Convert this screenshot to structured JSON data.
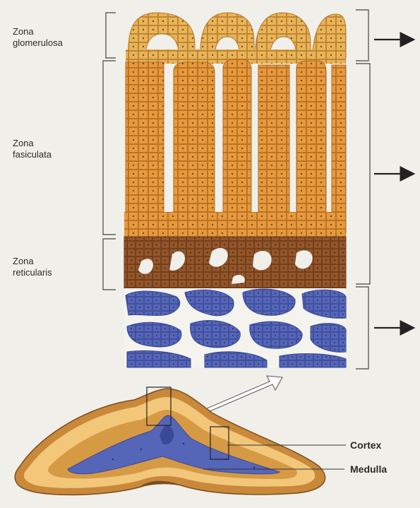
{
  "labels": {
    "zona_glomerulosa_line1": "Zona",
    "zona_glomerulosa_line2": "glomerulosa",
    "zona_fasiculata_line1": "Zona",
    "zona_fasiculata_line2": "fasiculata",
    "zona_reticularis_line1": "Zona",
    "zona_reticularis_line2": "reticularis",
    "cortex": "Cortex",
    "medulla": "Medulla"
  },
  "colors": {
    "glomerulosa": "#e8b457",
    "fasiculata": "#e69a3d",
    "reticularis": "#93552a",
    "medulla": "#5566b8",
    "medulla_dark": "#3b4a96",
    "background": "#f1efea",
    "capsule_outer": "#c9883a",
    "capsule_inner": "#f2c77a"
  },
  "icons": {
    "arrows": [
      "arrow-right-icon",
      "arrow-right-icon",
      "arrow-right-icon"
    ],
    "zoom_arrow": "zoom-arrow-icon"
  }
}
